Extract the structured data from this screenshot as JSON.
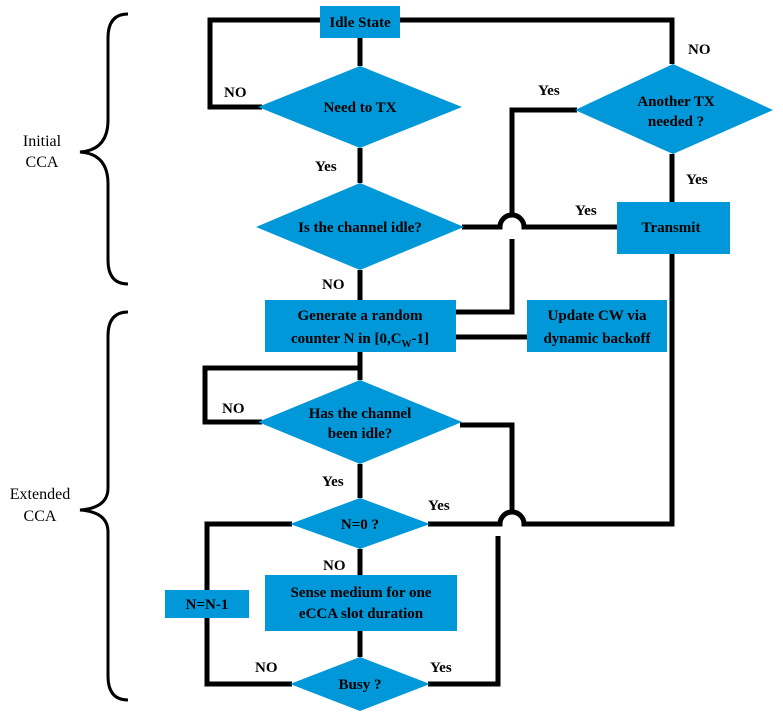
{
  "colors": {
    "shape_fill": "#0098d8",
    "line": "#000000",
    "background": "#ffffff"
  },
  "groups": {
    "initial": [
      "Initial",
      "CCA"
    ],
    "extended": [
      "Extended",
      "CCA"
    ]
  },
  "nodes": {
    "idle_state": "Idle State",
    "need_tx": "Need to TX",
    "channel_idle": "Is the channel idle?",
    "generate_line1": "Generate a random",
    "generate_line2_prefix": "counter N in [0,C",
    "generate_line2_sub": "W",
    "generate_line2_suffix": "-1]",
    "update_cw_line1": "Update CW via",
    "update_cw_line2": "dynamic backoff",
    "another_tx_line1": "Another TX",
    "another_tx_line2": "needed ?",
    "transmit": "Transmit",
    "has_idle_line1": "Has the channel",
    "has_idle_line2": "been idle?",
    "n_zero": "N=0 ?",
    "sense_line1": "Sense medium for one",
    "sense_line2": "eCCA slot duration",
    "n_decrement": "N=N-1",
    "busy": "Busy ?"
  },
  "edge_labels": {
    "need_no": "NO",
    "need_yes": "Yes",
    "channel_no": "NO",
    "channel_yes": "Yes",
    "another_yes": "Yes",
    "another_no": "NO",
    "transmit_yes": "Yes",
    "has_idle_no": "NO",
    "has_idle_yes": "Yes",
    "nzero_yes": "Yes",
    "nzero_no": "NO",
    "busy_no": "NO",
    "busy_yes": "Yes"
  }
}
